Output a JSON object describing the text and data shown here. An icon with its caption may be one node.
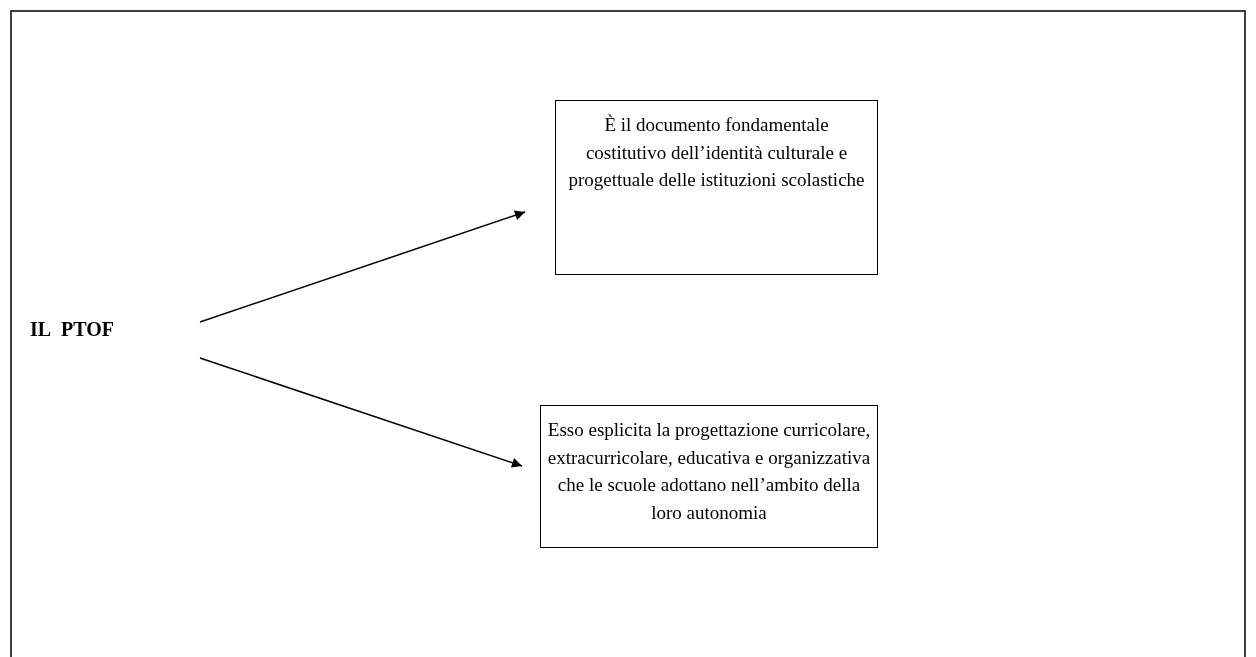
{
  "diagram": {
    "nodes": [
      {
        "text": [
          "IL PTOF"
        ]
      },
      {
        "text": [
          "È il documento fondamentale costitutivo dell’identità culturale e progettuale delle istituzioni scolastiche"
        ]
      },
      {
        "text": [
          "Esso esplicita la progettazione curricolare, extracurricolare, educativa e organizzativa che le scuole adottano nell’ambito della loro autonomia"
        ]
      }
    ],
    "edges": [
      {
        "from": 0,
        "to": 1,
        "arrow": "to"
      },
      {
        "from": 0,
        "to": 2,
        "arrow": "to"
      }
    ]
  }
}
